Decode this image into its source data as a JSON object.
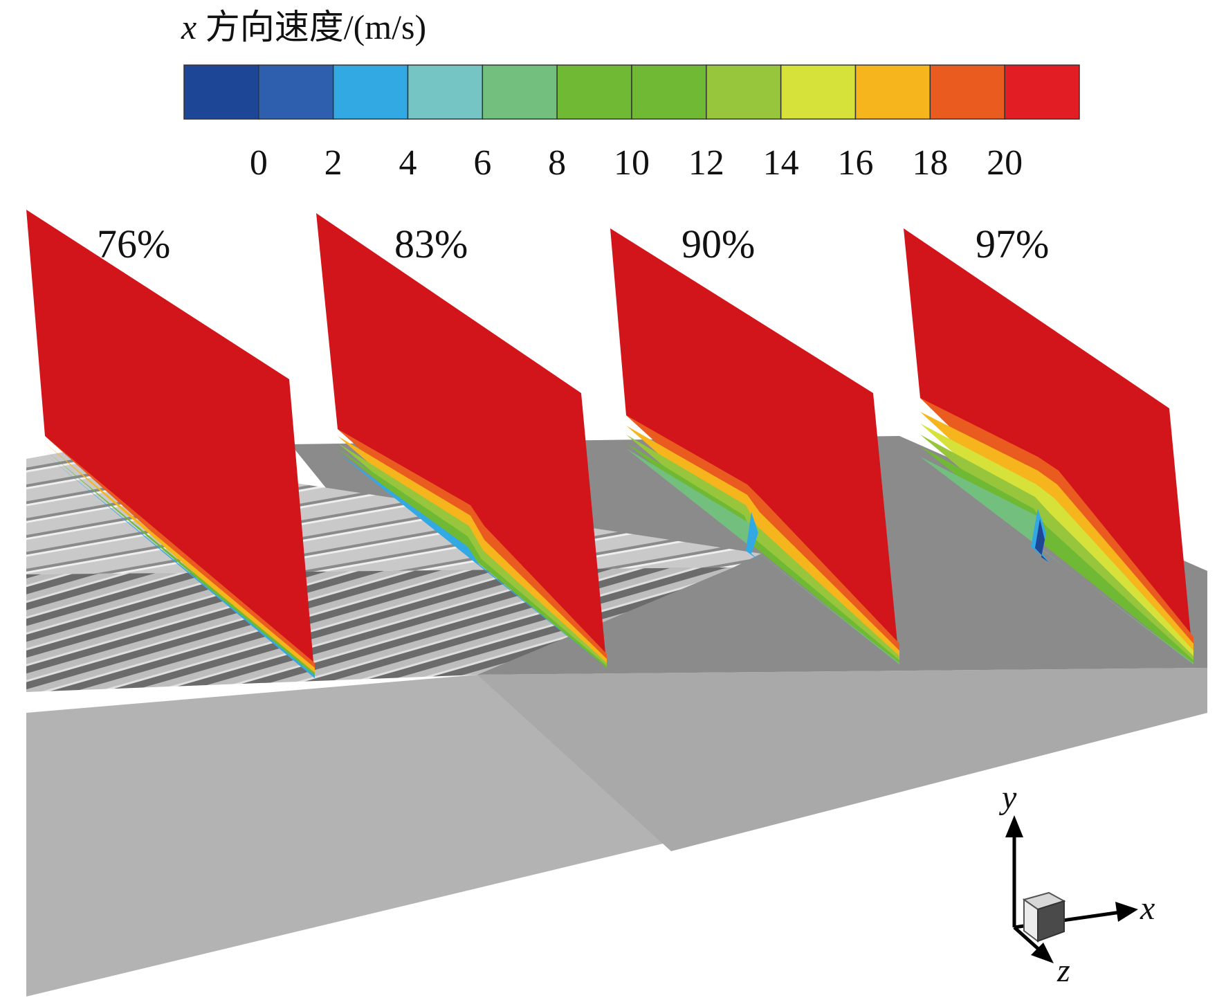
{
  "colorbar": {
    "title_var": "x",
    "title_text": " 方向速度/(m/s)",
    "colors": [
      "#1e4697",
      "#2e5fae",
      "#33a9e3",
      "#74c5c4",
      "#73bf7e",
      "#6fb935",
      "#6fb935",
      "#97c63d",
      "#d6e23a",
      "#f6b51c",
      "#ea5b1f",
      "#e21d24"
    ],
    "tick_labels": [
      "0",
      "2",
      "4",
      "6",
      "8",
      "10",
      "12",
      "14",
      "16",
      "18",
      "20"
    ]
  },
  "planes": [
    {
      "label": "76%"
    },
    {
      "label": "83%"
    },
    {
      "label": "90%"
    },
    {
      "label": "97%"
    }
  ],
  "axes": {
    "x": "x",
    "y": "y",
    "z": "z"
  }
}
